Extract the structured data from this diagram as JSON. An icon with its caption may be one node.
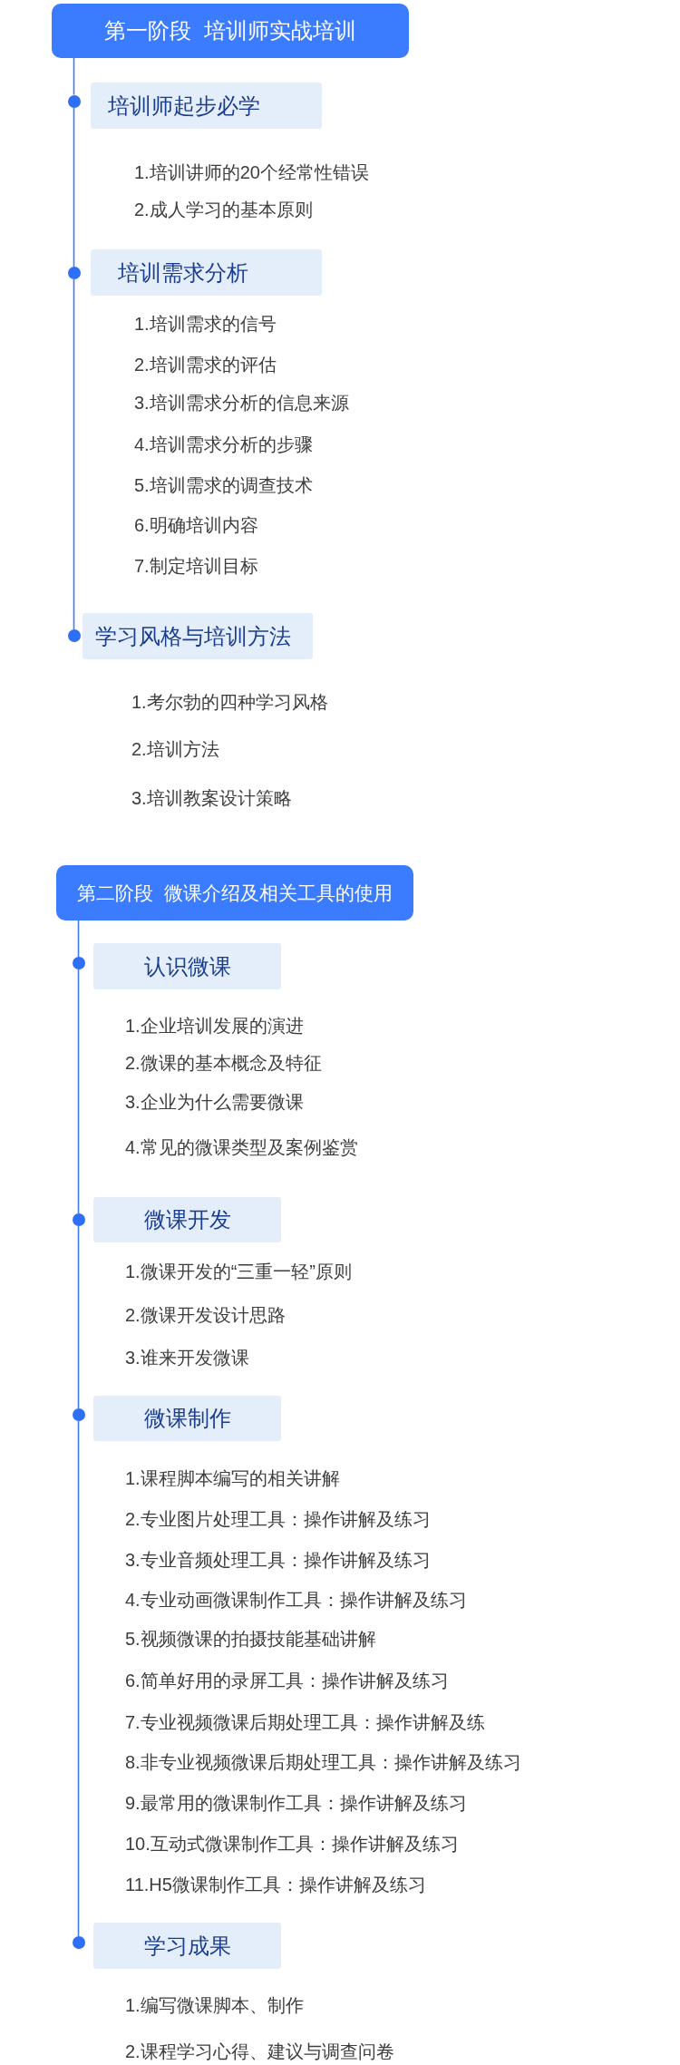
{
  "diagram": {
    "nodes": [
      {
        "text": [
          "第一阶段  培训师实战培训"
        ]
      },
      {
        "text": [],
        "shape": "circle"
      },
      {
        "text": [
          "培训师起步必学"
        ]
      },
      {
        "text": [],
        "shape": "circle"
      },
      {
        "text": [
          "培训需求分析"
        ]
      },
      {
        "text": [],
        "shape": "circle"
      },
      {
        "text": [
          "学习风格与培训方法"
        ]
      },
      {
        "text": [
          "第二阶段  微课介绍及相关工具的使用"
        ]
      },
      {
        "text": [],
        "shape": "circle"
      },
      {
        "text": [
          "认识微课"
        ]
      },
      {
        "text": [],
        "shape": "circle"
      },
      {
        "text": [
          "微课开发"
        ]
      },
      {
        "text": [],
        "shape": "circle"
      },
      {
        "text": [
          "微课制作"
        ]
      },
      {
        "text": [],
        "shape": "circle"
      },
      {
        "text": [
          "学习成果"
        ]
      }
    ],
    "edges": [
      {
        "from": 0,
        "to": 1,
        "arrow": "none"
      },
      {
        "from": 1,
        "to": 3,
        "arrow": "none"
      },
      {
        "from": 3,
        "to": 5,
        "arrow": "none"
      },
      {
        "from": 7,
        "to": 8,
        "arrow": "none"
      },
      {
        "from": 8,
        "to": 10,
        "arrow": "none"
      },
      {
        "from": 10,
        "to": 12,
        "arrow": "none"
      },
      {
        "from": 12,
        "to": 14,
        "arrow": "none"
      }
    ],
    "labels": [
      "1.培训讲师的20个经常性错误",
      "2.成人学习的基本原则",
      "1.培训需求的信号",
      "2.培训需求的评估",
      "3.培训需求分析的信息来源",
      "4.培训需求分析的步骤",
      "5.培训需求的调查技术",
      "6.明确培训内容",
      "7.制定培训目标",
      "1.考尔勃的四种学习风格",
      "2.培训方法",
      "3.培训教案设计策略",
      "1.企业培训发展的演进",
      "2.微课的基本概念及特征",
      "3.企业为什么需要微课",
      "4.常见的微课类型及案例鉴赏",
      "1.微课开发的“三重一轻”原则",
      "2.微课开发设计思路",
      "3.谁来开发微课",
      "1.课程脚本编写的相关讲解",
      "2.专业图片处理工具：操作讲解及练习",
      "3.专业音频处理工具：操作讲解及练习",
      "4.专业动画微课制作工具：操作讲解及练习",
      "5.视频微课的拍摄技能基础讲解",
      "6.简单好用的录屏工具：操作讲解及练习",
      "7.专业视频微课后期处理工具：操作讲解及练",
      "8.非专业视频微课后期处理工具：操作讲解及练习",
      "9.最常用的微课制作工具：操作讲解及练习",
      "10.互动式微课制作工具：操作讲解及练习",
      "11.H5微课制作工具：操作讲解及练习",
      "1.编写微课脚本、制作",
      "2.课程学习心得、建议与调查问卷"
    ]
  }
}
